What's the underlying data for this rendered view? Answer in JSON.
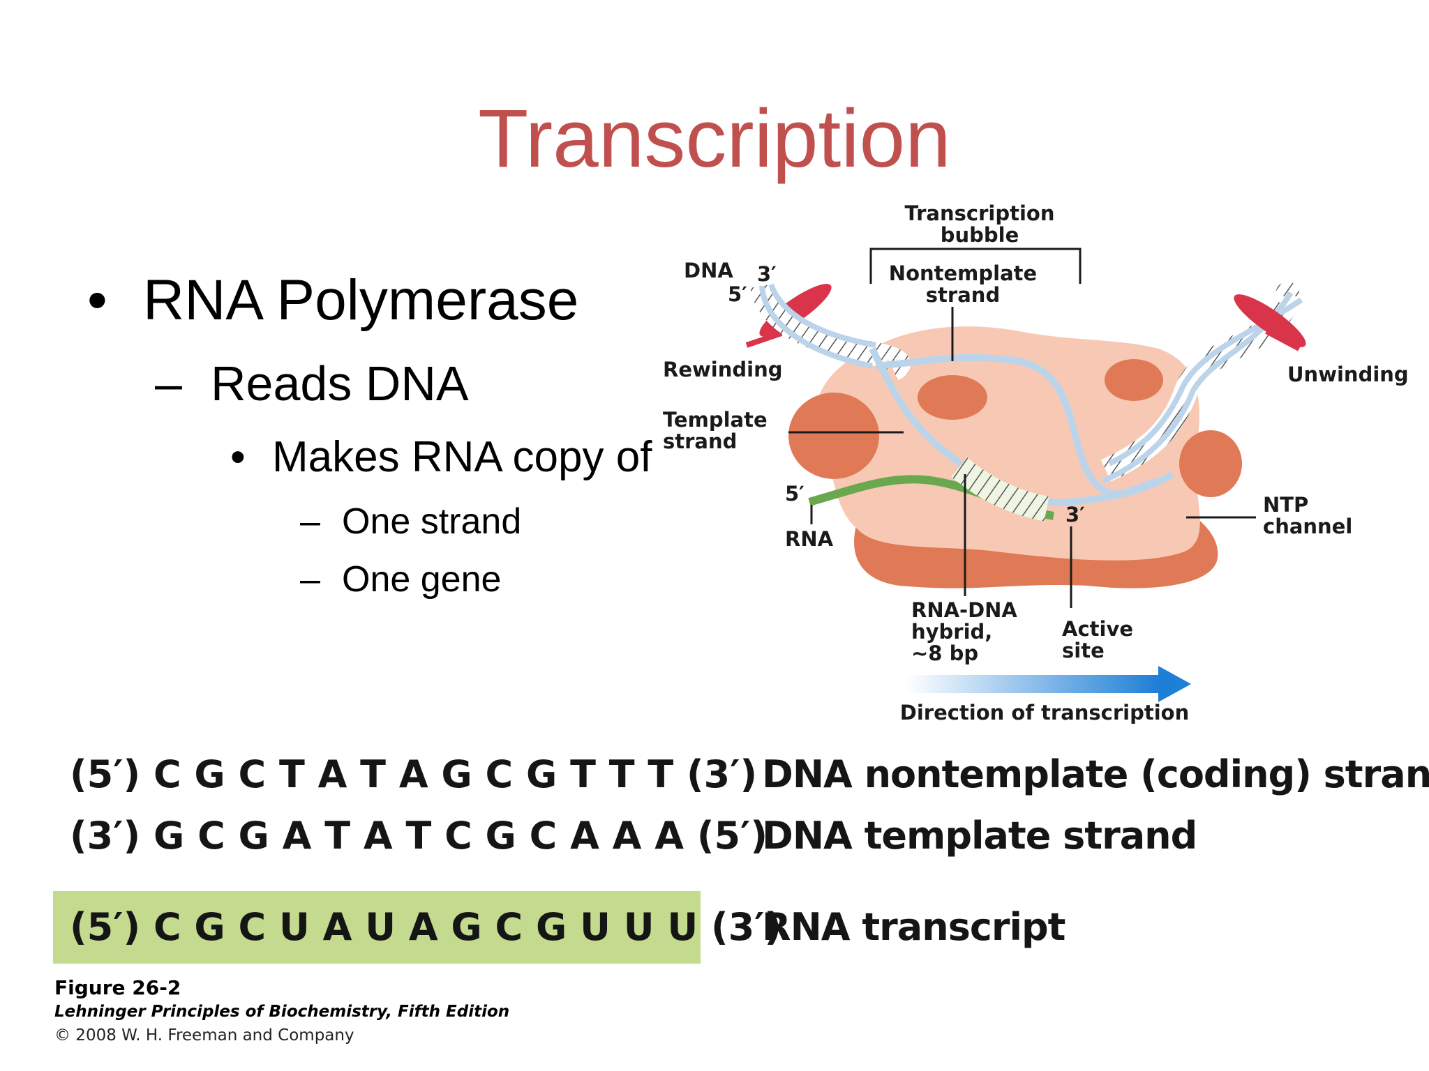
{
  "slide": {
    "title": "Transcription",
    "bullets": {
      "l1": {
        "marker": "•",
        "text": "RNA Polymerase"
      },
      "l2": {
        "marker": "–",
        "text": "Reads DNA"
      },
      "l3": {
        "marker": "•",
        "text": "Makes RNA copy of"
      },
      "l4": [
        {
          "marker": "–",
          "text": "One strand"
        },
        {
          "marker": "–",
          "text": "One gene"
        }
      ]
    }
  },
  "diagram": {
    "labels": {
      "bubble_1": "Transcription",
      "bubble_2": "bubble",
      "dna": "DNA",
      "dna_3": "3′",
      "dna_5": "5′",
      "nontemplate_1": "Nontemplate",
      "nontemplate_2": "strand",
      "rewinding": "Rewinding",
      "unwinding": "Unwinding",
      "template_1": "Template",
      "template_2": "strand",
      "rna_5": "5′",
      "rna": "RNA",
      "rna_3": "3′",
      "ntp_1": "NTP",
      "ntp_2": "channel",
      "hybrid_1": "RNA-DNA",
      "hybrid_2": "hybrid,",
      "hybrid_3": "~8 bp",
      "active_1": "Active",
      "active_2": "site",
      "direction": "Direction of transcription"
    }
  },
  "sequences": {
    "nontemplate": {
      "seq": "(5′) C G C T A T A G C G T T T (3′)",
      "label": "DNA nontemplate (coding) strand"
    },
    "template": {
      "seq": "(3′) G C G A T A T C G C A A A (5′)",
      "label": "DNA template strand"
    },
    "rna": {
      "seq": "(5′) C G C U A U A G C G U U U (3′)",
      "label": "RNA transcript"
    }
  },
  "caption": {
    "figure": "Figure 26-2",
    "book": "Lehninger Principles of Biochemistry, Fifth Edition",
    "copyright": "© 2008 W. H. Freeman and Company"
  },
  "colors": {
    "title": "#c0504d",
    "polymerase_body": "#f7c9b4",
    "polymerase_lobe": "#e07a56",
    "dna_strand": "#bcd4ea",
    "rna_strand": "#6aa84f",
    "clamp": "#d9344a",
    "arrow": "#1e7fd6",
    "rna_highlight": "#c4db8f"
  }
}
